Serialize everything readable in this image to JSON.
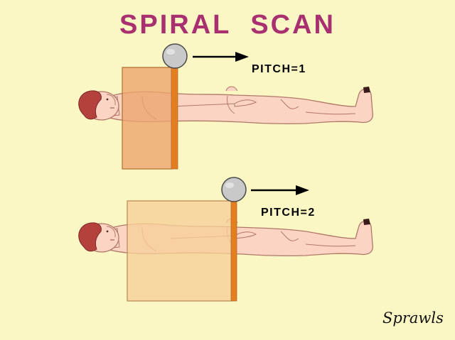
{
  "title": "SPIRAL  SCAN",
  "colors": {
    "background": "#fbf7c4",
    "title": "#a83070",
    "slab_pitch1": "#eda46d",
    "slab_pitch2": "#f7cf98",
    "beam": "#e47f1f",
    "tube": "#c9c9c9",
    "skin": "#fbd4c3",
    "hair": "#b4413c"
  },
  "panels": [
    {
      "pitch_label": "PITCH=1",
      "tube_icon": "xray-tube-icon",
      "arrow_icon": "arrow-right-icon"
    },
    {
      "pitch_label": "PITCH=2",
      "tube_icon": "xray-tube-icon",
      "arrow_icon": "arrow-right-icon"
    }
  ],
  "signature": "Sprawls"
}
